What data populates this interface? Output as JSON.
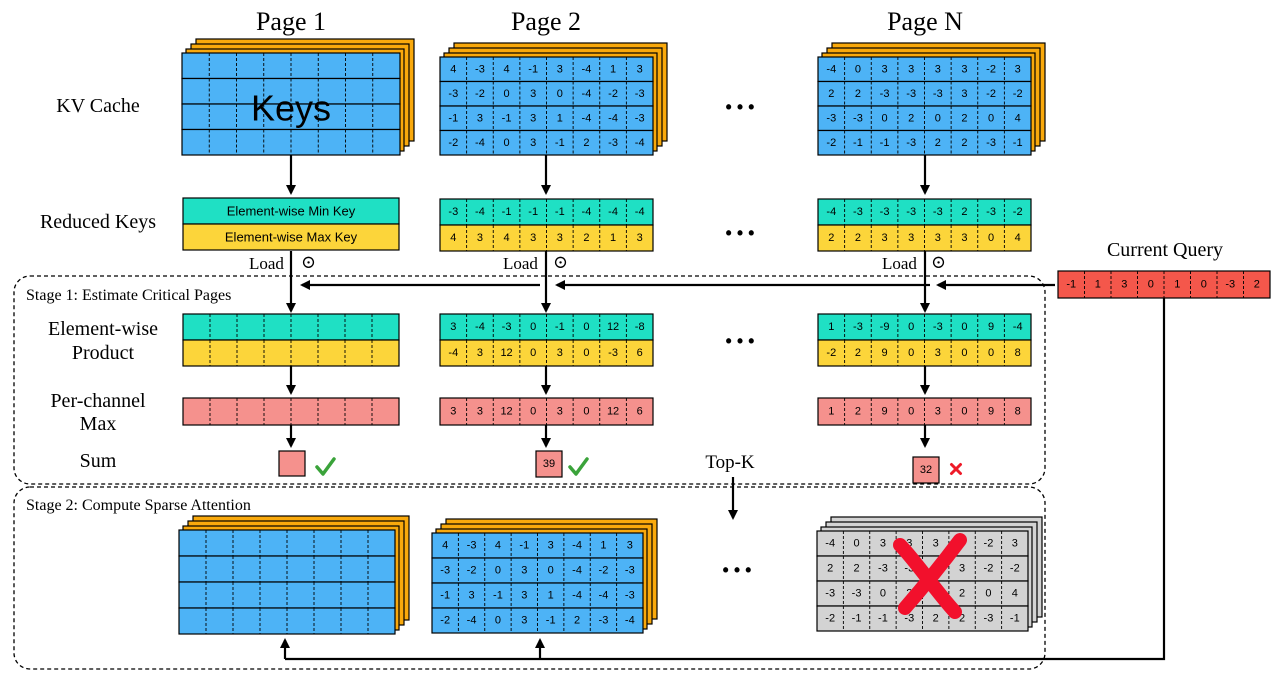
{
  "colors": {
    "blue": "#4db3f6",
    "orange": "#f9a90c",
    "teal": "#1fe0c4",
    "yellow": "#fcd53a",
    "red": "#f5918d",
    "query_red": "#f4574b",
    "gray": "#d3d3d3",
    "check_green": "#3aa33a",
    "cross_red": "#ee1a28",
    "big_cross": "#f2102c"
  },
  "headers": {
    "page1": "Page 1",
    "page2": "Page 2",
    "pageN": "Page N"
  },
  "labels": {
    "kv_cache": "KV Cache",
    "reduced_keys": "Reduced Keys",
    "elementwise_product_line1": "Element-wise",
    "elementwise_product_line2": "Product",
    "perchannel_max_line1": "Per-channel",
    "perchannel_max_line2": "Max",
    "sum": "Sum",
    "current_query": "Current Query",
    "stage1": "Stage 1: Estimate Critical Pages",
    "stage2": "Stage 2: Compute Sparse Attention",
    "load": "Load",
    "odot": "⊙",
    "top_k": "Top-K",
    "ellipsis": "• • •"
  },
  "page1": {
    "keys_label": "Keys",
    "min_key_label": "Element-wise Min Key",
    "max_key_label": "Element-wise Max Key"
  },
  "page2": {
    "keys": [
      [
        "4",
        "-3",
        "4",
        "-1",
        "3",
        "-4",
        "1",
        "3"
      ],
      [
        "-3",
        "-2",
        "0",
        "3",
        "0",
        "-4",
        "-2",
        "-3"
      ],
      [
        "-1",
        "3",
        "-1",
        "3",
        "1",
        "-4",
        "-4",
        "-3"
      ],
      [
        "-2",
        "-4",
        "0",
        "3",
        "-1",
        "2",
        "-3",
        "-4"
      ]
    ],
    "min_key": [
      "-3",
      "-4",
      "-1",
      "-1",
      "-1",
      "-4",
      "-4",
      "-4"
    ],
    "max_key": [
      "4",
      "3",
      "4",
      "3",
      "3",
      "2",
      "1",
      "3"
    ],
    "prod_min": [
      "3",
      "-4",
      "-3",
      "0",
      "-1",
      "0",
      "12",
      "-8"
    ],
    "prod_max": [
      "-4",
      "3",
      "12",
      "0",
      "3",
      "0",
      "-3",
      "6"
    ],
    "channel_max": [
      "3",
      "3",
      "12",
      "0",
      "3",
      "0",
      "12",
      "6"
    ],
    "sum": "39"
  },
  "pageN": {
    "keys": [
      [
        "-4",
        "0",
        "3",
        "3",
        "3",
        "3",
        "-2",
        "3"
      ],
      [
        "2",
        "2",
        "-3",
        "-3",
        "-3",
        "3",
        "-2",
        "-2"
      ],
      [
        "-3",
        "-3",
        "0",
        "2",
        "0",
        "2",
        "0",
        "4"
      ],
      [
        "-2",
        "-1",
        "-1",
        "-3",
        "2",
        "2",
        "-3",
        "-1"
      ]
    ],
    "min_key": [
      "-4",
      "-3",
      "-3",
      "-3",
      "-3",
      "2",
      "-3",
      "-2"
    ],
    "max_key": [
      "2",
      "2",
      "3",
      "3",
      "3",
      "3",
      "0",
      "4"
    ],
    "prod_min": [
      "1",
      "-3",
      "-9",
      "0",
      "-3",
      "0",
      "9",
      "-4"
    ],
    "prod_max": [
      "-2",
      "2",
      "9",
      "0",
      "3",
      "0",
      "0",
      "8"
    ],
    "channel_max": [
      "1",
      "2",
      "9",
      "0",
      "3",
      "0",
      "9",
      "8"
    ],
    "sum": "32"
  },
  "query": [
    "-1",
    "1",
    "3",
    "0",
    "1",
    "0",
    "-3",
    "2"
  ]
}
